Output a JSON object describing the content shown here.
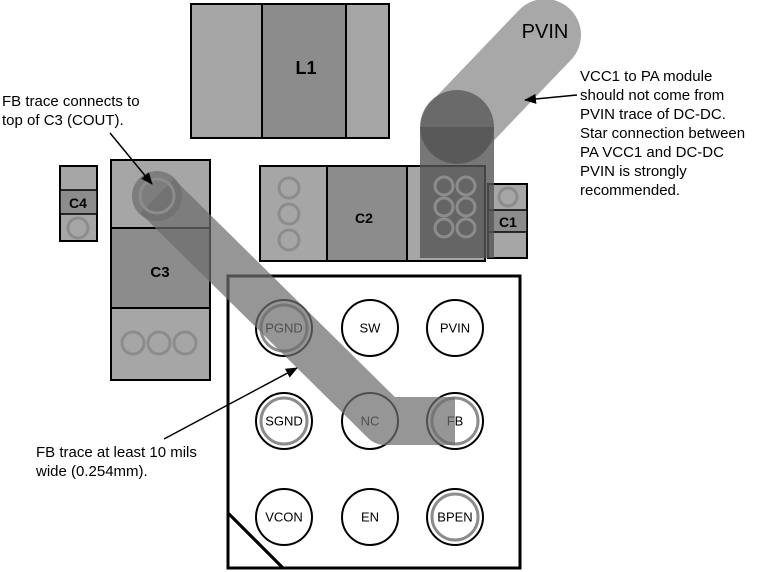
{
  "components": {
    "l1": "L1",
    "c2": "C2",
    "c3": "C3",
    "c4": "C4",
    "c1": "C1"
  },
  "pins": {
    "pgnd": "PGND",
    "sw": "SW",
    "pvin": "PVIN",
    "sgnd": "SGND",
    "nc": "NC",
    "fb": "FB",
    "vcon": "VCON",
    "en": "EN",
    "bpen": "BPEN"
  },
  "trace_labels": {
    "pvin": "PVIN"
  },
  "annotations": {
    "fb_connect": [
      "FB trace connects to",
      "top of C3 (COUT)."
    ],
    "vcc1": [
      "VCC1 to PA module",
      "should not come from",
      "PVIN trace of DC-DC.",
      "Star connection between",
      "PA VCC1 and DC-DC",
      "PVIN is strongly",
      "recommended."
    ],
    "fb_width": [
      "FB trace at least 10 mils",
      "wide (0.254mm)."
    ]
  }
}
